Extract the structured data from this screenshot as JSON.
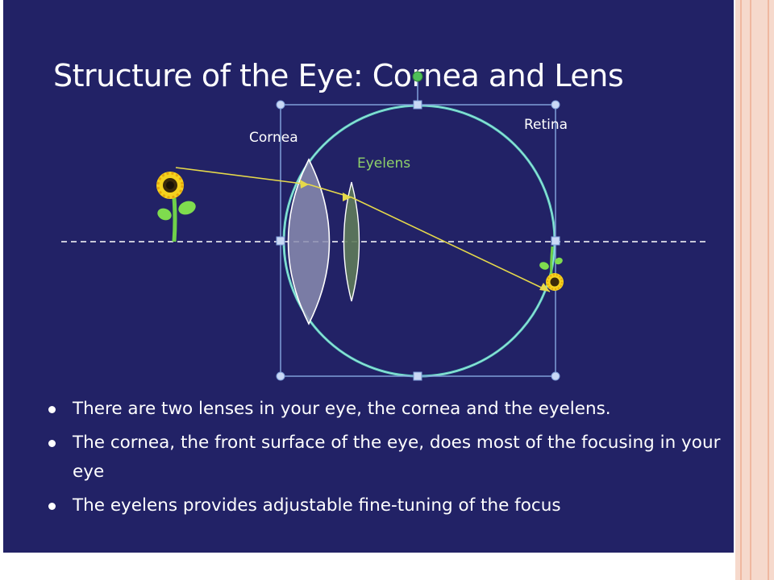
{
  "slide": {
    "title": "Structure of the Eye: Cornea and Lens",
    "colors": {
      "background": "#222266",
      "text": "#ffffff",
      "eyelens_label": "#8fd16a",
      "eyeball_outline": "#5fd2c2",
      "ray": "#e6d94a",
      "selection_box": "#7f9fd8",
      "page_border": "#f6d9cc"
    }
  },
  "diagram": {
    "labels": {
      "cornea": "Cornea",
      "eyelens": "Eyelens",
      "retina": "Retina"
    },
    "icons": [
      "sunflower-icon",
      "inverted-sunflower-icon"
    ]
  },
  "bullets": [
    "There are two lenses in your eye, the cornea and the eyelens.",
    "The cornea, the front surface of the eye, does most of the focusing in your eye",
    "The eyelens provides adjustable fine-tuning of the focus"
  ]
}
